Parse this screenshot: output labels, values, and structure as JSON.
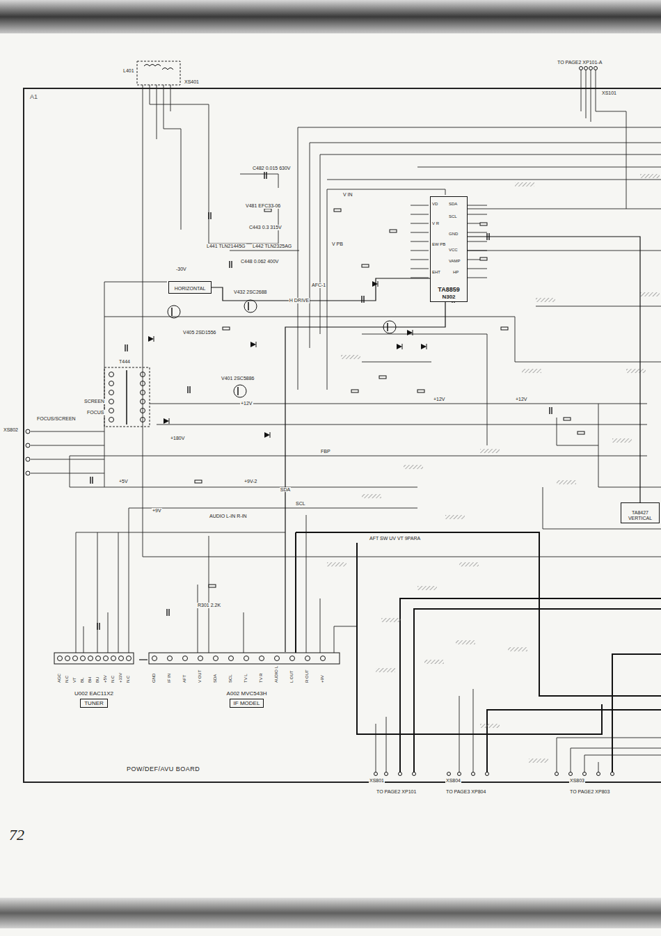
{
  "diagram": {
    "nodes": [
      {
        "text": [
          "POW/DEF/AVU BOARD",
          "A1"
        ]
      },
      {
        "text": [
          "TA8859",
          "N302"
        ],
        "in": 0
      },
      {
        "text": [
          "U002 EAC11X2",
          "TUNER"
        ],
        "in": 0
      },
      {
        "text": [
          "A002 MVC543H",
          "IF MODEL"
        ],
        "in": 0
      },
      {
        "text": [
          "TA8427",
          "VERTICAL"
        ],
        "in": 0
      },
      {
        "text": [
          "HORIZONTAL"
        ],
        "in": 0
      }
    ],
    "edges": [
      {
        "from": 2,
        "to": 3,
        "arrow": "none"
      },
      {
        "from": 3,
        "to": 1,
        "label": "SDA",
        "arrow": "none"
      },
      {
        "from": 1,
        "to": 5,
        "label": "H DRIVE",
        "arrow": "none"
      },
      {
        "from": 1,
        "to": 4,
        "arrow": "none"
      }
    ],
    "labels": [
      "72",
      "L401",
      "XS401",
      "TO PAGE2 XP101-A",
      "XS101",
      "C482 0.015 630V",
      "V481 EFC33-06",
      "C443 0.3 315V",
      "L441 TLN21445G",
      "L442 TLN2325AG",
      "C448 0.062 400V",
      "-30V",
      "AFC-1",
      "V432 2SC2688",
      "V405 2SD1556",
      "V401 2SC5886",
      "T444",
      "SCREEN",
      "FOCUS",
      "FOCUS/SCREEN",
      "XS802",
      "+180V",
      "V PB",
      "V IN",
      "+12V",
      "+12V",
      "+12V",
      "+9V",
      "+5V",
      "AUDIO L-IN R-IN",
      "AFT SW UV VT 9PARA",
      "SCL",
      "+9V-2",
      "FBP",
      "R301 2.2K",
      "XS801",
      "TO PAGE2 XP101",
      "XS804",
      "TO PAGE3 XP804",
      "XS803",
      "TO PAGE2 XP803",
      "VD",
      "SDA",
      "SCL",
      "V R",
      "GND",
      "EW PB",
      "VCC",
      "VAMP",
      "EHT",
      "HP",
      "AGC",
      "N.C",
      "VT",
      "BL",
      "BH",
      "BU",
      "+5V",
      "N.C",
      "+33V",
      "N.C",
      "GND",
      "IF IN",
      "AFT",
      "V OUT",
      "SDA",
      "SCL",
      "TV L",
      "TV R",
      "AUDIO L",
      "L OUT",
      "R OUT",
      "+9V"
    ]
  }
}
